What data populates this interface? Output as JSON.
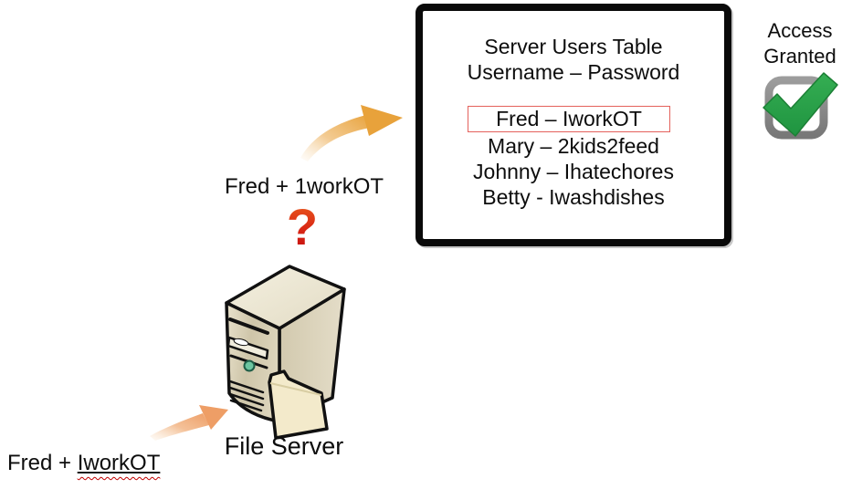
{
  "diagram": {
    "login_attempt": {
      "label": "Fred + 1workOT"
    },
    "question_mark": "?",
    "server_table": {
      "title": "Server Users Table",
      "subtitle": "Username – Password",
      "rows": [
        {
          "text": "Fred – IworkOT",
          "highlighted": true
        },
        {
          "text": "Mary – 2kids2feed",
          "highlighted": false
        },
        {
          "text": "Johnny – Ihatechores",
          "highlighted": false
        },
        {
          "text": "Betty - Iwashdishes",
          "highlighted": false
        }
      ]
    },
    "access_status": {
      "line1": "Access",
      "line2": "Granted"
    },
    "file_server_label": "File Server",
    "typed_credentials": {
      "prefix": "Fred + ",
      "password": "IworkOT"
    },
    "icons": {
      "checkmark": "green-checkmark-in-gray-checkbox",
      "server": "file-server-tower-with-folder",
      "arrow_top": "curved-orange-arrow",
      "arrow_bottom": "straight-orange-arrow",
      "question": "red-question-mark"
    },
    "colors": {
      "arrow_orange": "#E8A23B",
      "arrow_salmon": "#EE9E66",
      "question_red_top": "#EA5C1E",
      "question_red_bottom": "#C40E0E",
      "check_green": "#2EA44B",
      "checkbox_gray": "#8B8B8B",
      "highlight_box_red": "#E4615C",
      "wavy_underline_red": "#C00000",
      "server_beige": "#DCD4BB"
    }
  }
}
